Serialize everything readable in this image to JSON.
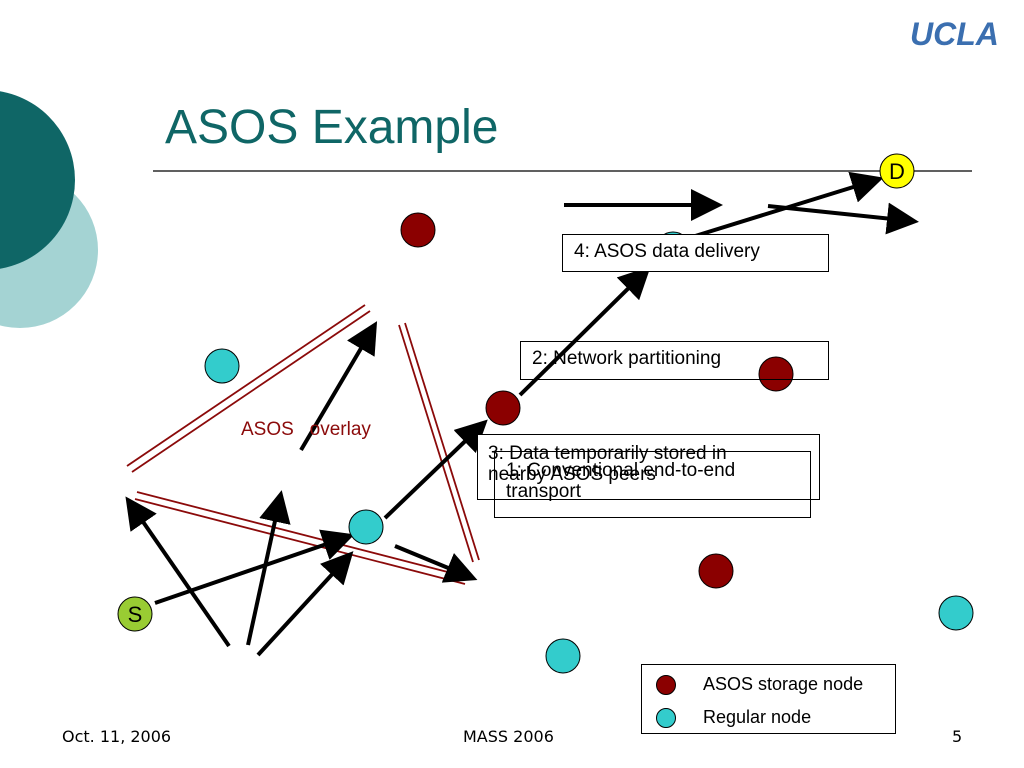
{
  "slide": {
    "title": "ASOS Example",
    "logo": "UCLA",
    "footer_left": "Oct. 11, 2006",
    "footer_center": "MASS 2006",
    "footer_right": "5"
  },
  "colors": {
    "title": "#0f6666",
    "storage_node": "#8b0000",
    "regular_node": "#33cccc",
    "source_node": "#99cc33",
    "destination_node": "#ffff00",
    "overlay": "#8b0a0a",
    "logo": "#3b6fb0"
  },
  "diagram": {
    "overlay_label": "ASOS   overlay",
    "source_label": "S",
    "destination_label": "D",
    "steps": [
      {
        "id": "step4",
        "lines": [
          "4: ASOS data delivery"
        ]
      },
      {
        "id": "step2",
        "lines": [
          "2: Network partitioning"
        ]
      },
      {
        "id": "step3",
        "lines": [
          "3: Data temporarily stored in",
          "nearby ASOS peers"
        ]
      },
      {
        "id": "step1",
        "lines": [
          "1: Conventional end-to-end",
          "transport"
        ]
      }
    ]
  },
  "legend": {
    "items": [
      {
        "label": "ASOS storage node",
        "color": "#8b0000"
      },
      {
        "label": "Regular node",
        "color": "#33cccc"
      }
    ]
  }
}
